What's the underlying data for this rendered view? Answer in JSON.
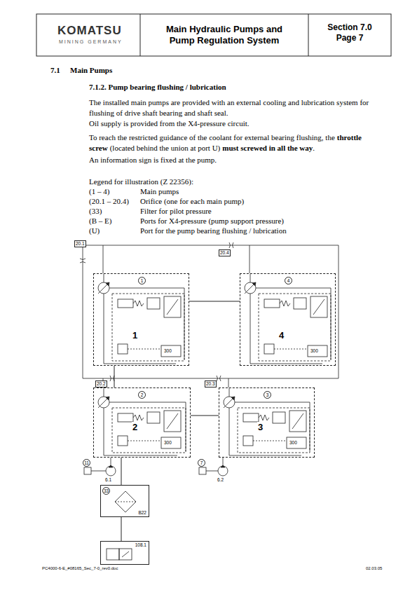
{
  "diagram": {
    "title": "Main Hydraulic Pumps and Pump Regulation System",
    "nodes": [
      {
        "text": [
          "1"
        ]
      },
      {
        "text": [
          "4"
        ]
      },
      {
        "text": [
          "2"
        ]
      },
      {
        "text": [
          "3"
        ]
      },
      {
        "text": [
          "B22"
        ]
      },
      {
        "text": [
          "108.1"
        ]
      }
    ],
    "edges": [
      {
        "from": 5,
        "to": 4,
        "arrow": "none"
      },
      {
        "from": 4,
        "to": 2,
        "arrow": "none"
      },
      {
        "from": 2,
        "to": 0,
        "arrow": "none"
      },
      {
        "from": 0,
        "to": 1,
        "arrow": "none"
      },
      {
        "from": 2,
        "to": 3,
        "arrow": "none"
      }
    ],
    "labels": [
      "KOMATSU",
      "MINING GERMANY",
      "Section 7.0",
      "Page 7",
      "7.1",
      "Main Pumps",
      "7.1.2. Pump bearing flushing / lubrication",
      "The installed main pumps are provided with an external cooling and lubrication system for flushing of drive shaft bearing and shaft seal.",
      "Oil supply is provided from the X4-pressure circuit.",
      "To reach the restricted guidance of the coolant for external bearing flushing, the",
      "throttle screw",
      "(located behind the union at port U)",
      "must screwed in all the way",
      ".",
      "An information sign is fixed at the pump.",
      "Legend for illustration (Z 22356):",
      "(1 – 4)",
      "Main pumps",
      "(20.1 – 20.4)",
      "Orifice (one for each main pump)",
      "(33)",
      "Filter for pilot pressure",
      "(B – E)",
      "Ports for X4-pressure (pump support pressure)",
      "(U)",
      "Port for the pump bearing flushing / lubrication",
      "20.1",
      "20.4",
      "20.2",
      "20.3",
      "1",
      "4",
      "2",
      "3",
      "300",
      "300",
      "300",
      "300",
      "11",
      "7",
      "6.1",
      "6.2",
      "33",
      "PC4000-6-E_#08165_Sec_7-0_rev0.doc",
      "02.03.05"
    ]
  }
}
